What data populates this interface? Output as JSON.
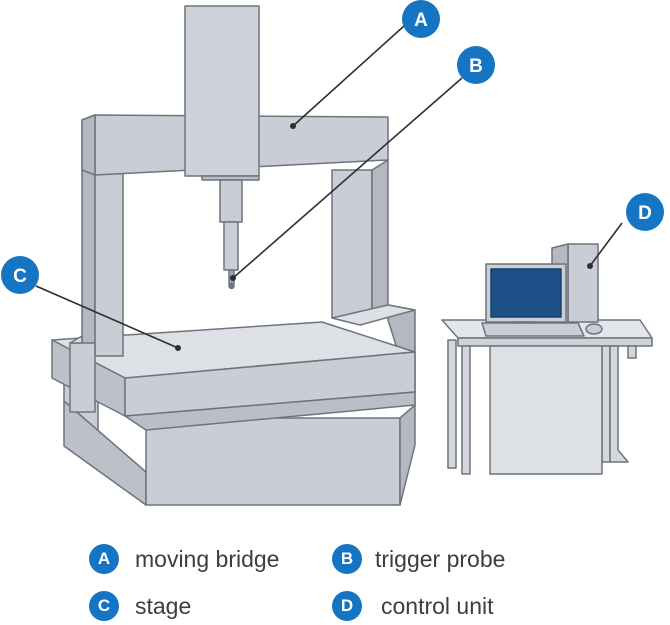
{
  "colors": {
    "accent": "#1675c2",
    "machine_fill": "#c9ced6",
    "machine_fill_dark": "#b9bec7",
    "outline": "#6f747c",
    "desk_top": "#e3e6ea",
    "screen": "#1c4f86"
  },
  "callouts": [
    {
      "letter": "A",
      "target": "moving-bridge"
    },
    {
      "letter": "B",
      "target": "trigger-probe"
    },
    {
      "letter": "C",
      "target": "stage"
    },
    {
      "letter": "D",
      "target": "control-unit"
    }
  ],
  "legend": [
    {
      "letter": "A",
      "label": "moving bridge"
    },
    {
      "letter": "B",
      "label": "trigger probe"
    },
    {
      "letter": "C",
      "label": "stage"
    },
    {
      "letter": "D",
      "label": "control unit"
    }
  ]
}
